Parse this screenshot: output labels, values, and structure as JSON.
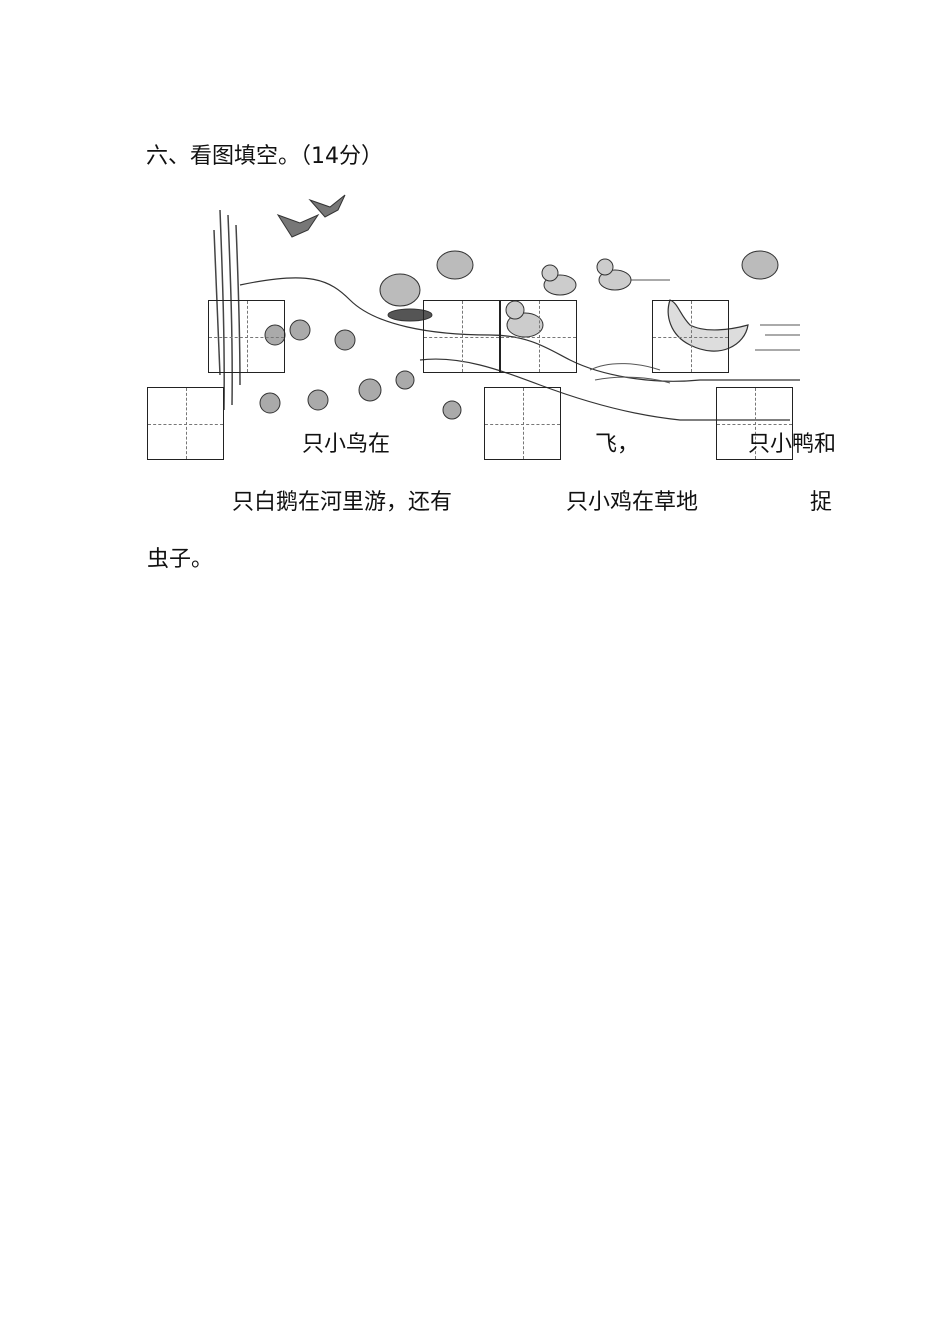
{
  "section": {
    "heading": "六、看图填空。（14分）"
  },
  "sentence": {
    "line1_part1": "只小鸟在",
    "line1_part2": "飞，",
    "line1_part3": "只小鸭和",
    "line2_part1": "只白鹅在河里游，还有",
    "line2_part2": "只小鸡在草地",
    "line2_part3": "捉",
    "line3": "虫子。"
  },
  "illustration": {
    "subjects": [
      "bird-icon",
      "bird-icon",
      "duck-icon",
      "duck-icon",
      "duck-icon",
      "goose-icon",
      "chick-icon",
      "lotus-icon",
      "willow-icon"
    ]
  }
}
